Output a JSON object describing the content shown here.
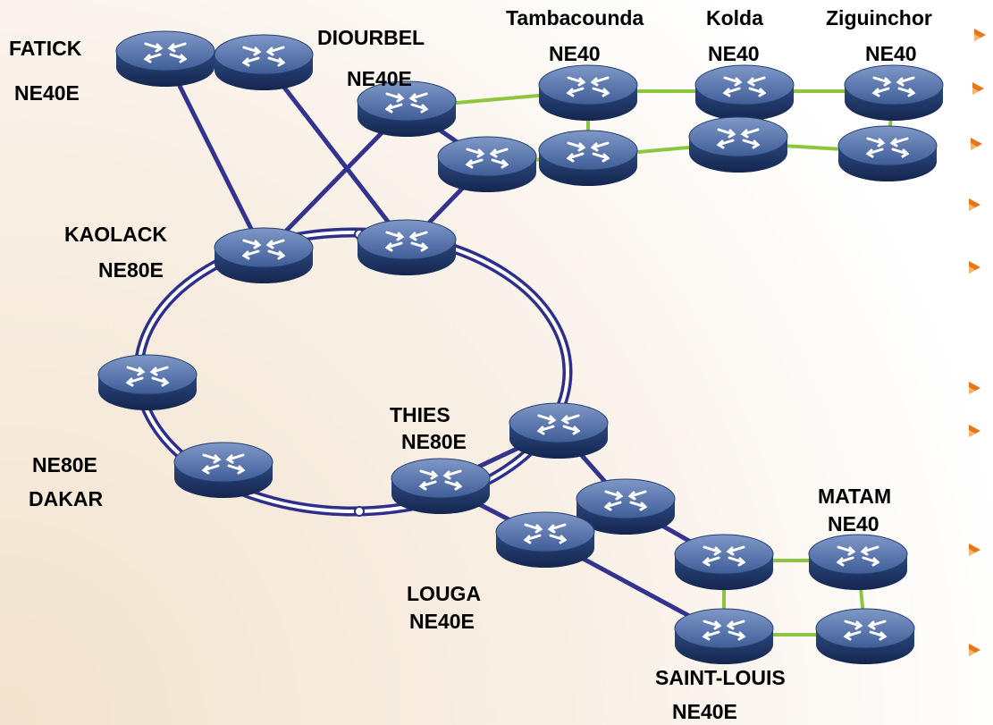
{
  "colors": {
    "ring": "#2e2e8c",
    "link_main": "#33338f",
    "link_access": "#8cc63f",
    "bullet": "#e8751a",
    "background_warm": "#f5e9da"
  },
  "labels": {
    "fatick": [
      "FATICK",
      "NE40E"
    ],
    "diourbel": [
      "DIOURBEL",
      "NE40E"
    ],
    "tambacounda": [
      "Tambacounda",
      "NE40"
    ],
    "kolda": [
      "Kolda",
      "NE40"
    ],
    "ziguinchor": [
      "Ziguinchor",
      "NE40"
    ],
    "kaolack": [
      "KAOLACK",
      "NE80E"
    ],
    "dakar": [
      "NE80E",
      "DAKAR"
    ],
    "thies": [
      "THIES",
      "NE80E"
    ],
    "louga": [
      "LOUGA",
      "NE40E"
    ],
    "matam": [
      "MATAM",
      "NE40"
    ],
    "saint_louis": [
      "SAINT-LOUIS",
      "NE40E"
    ]
  },
  "router_icon": "router-icon"
}
